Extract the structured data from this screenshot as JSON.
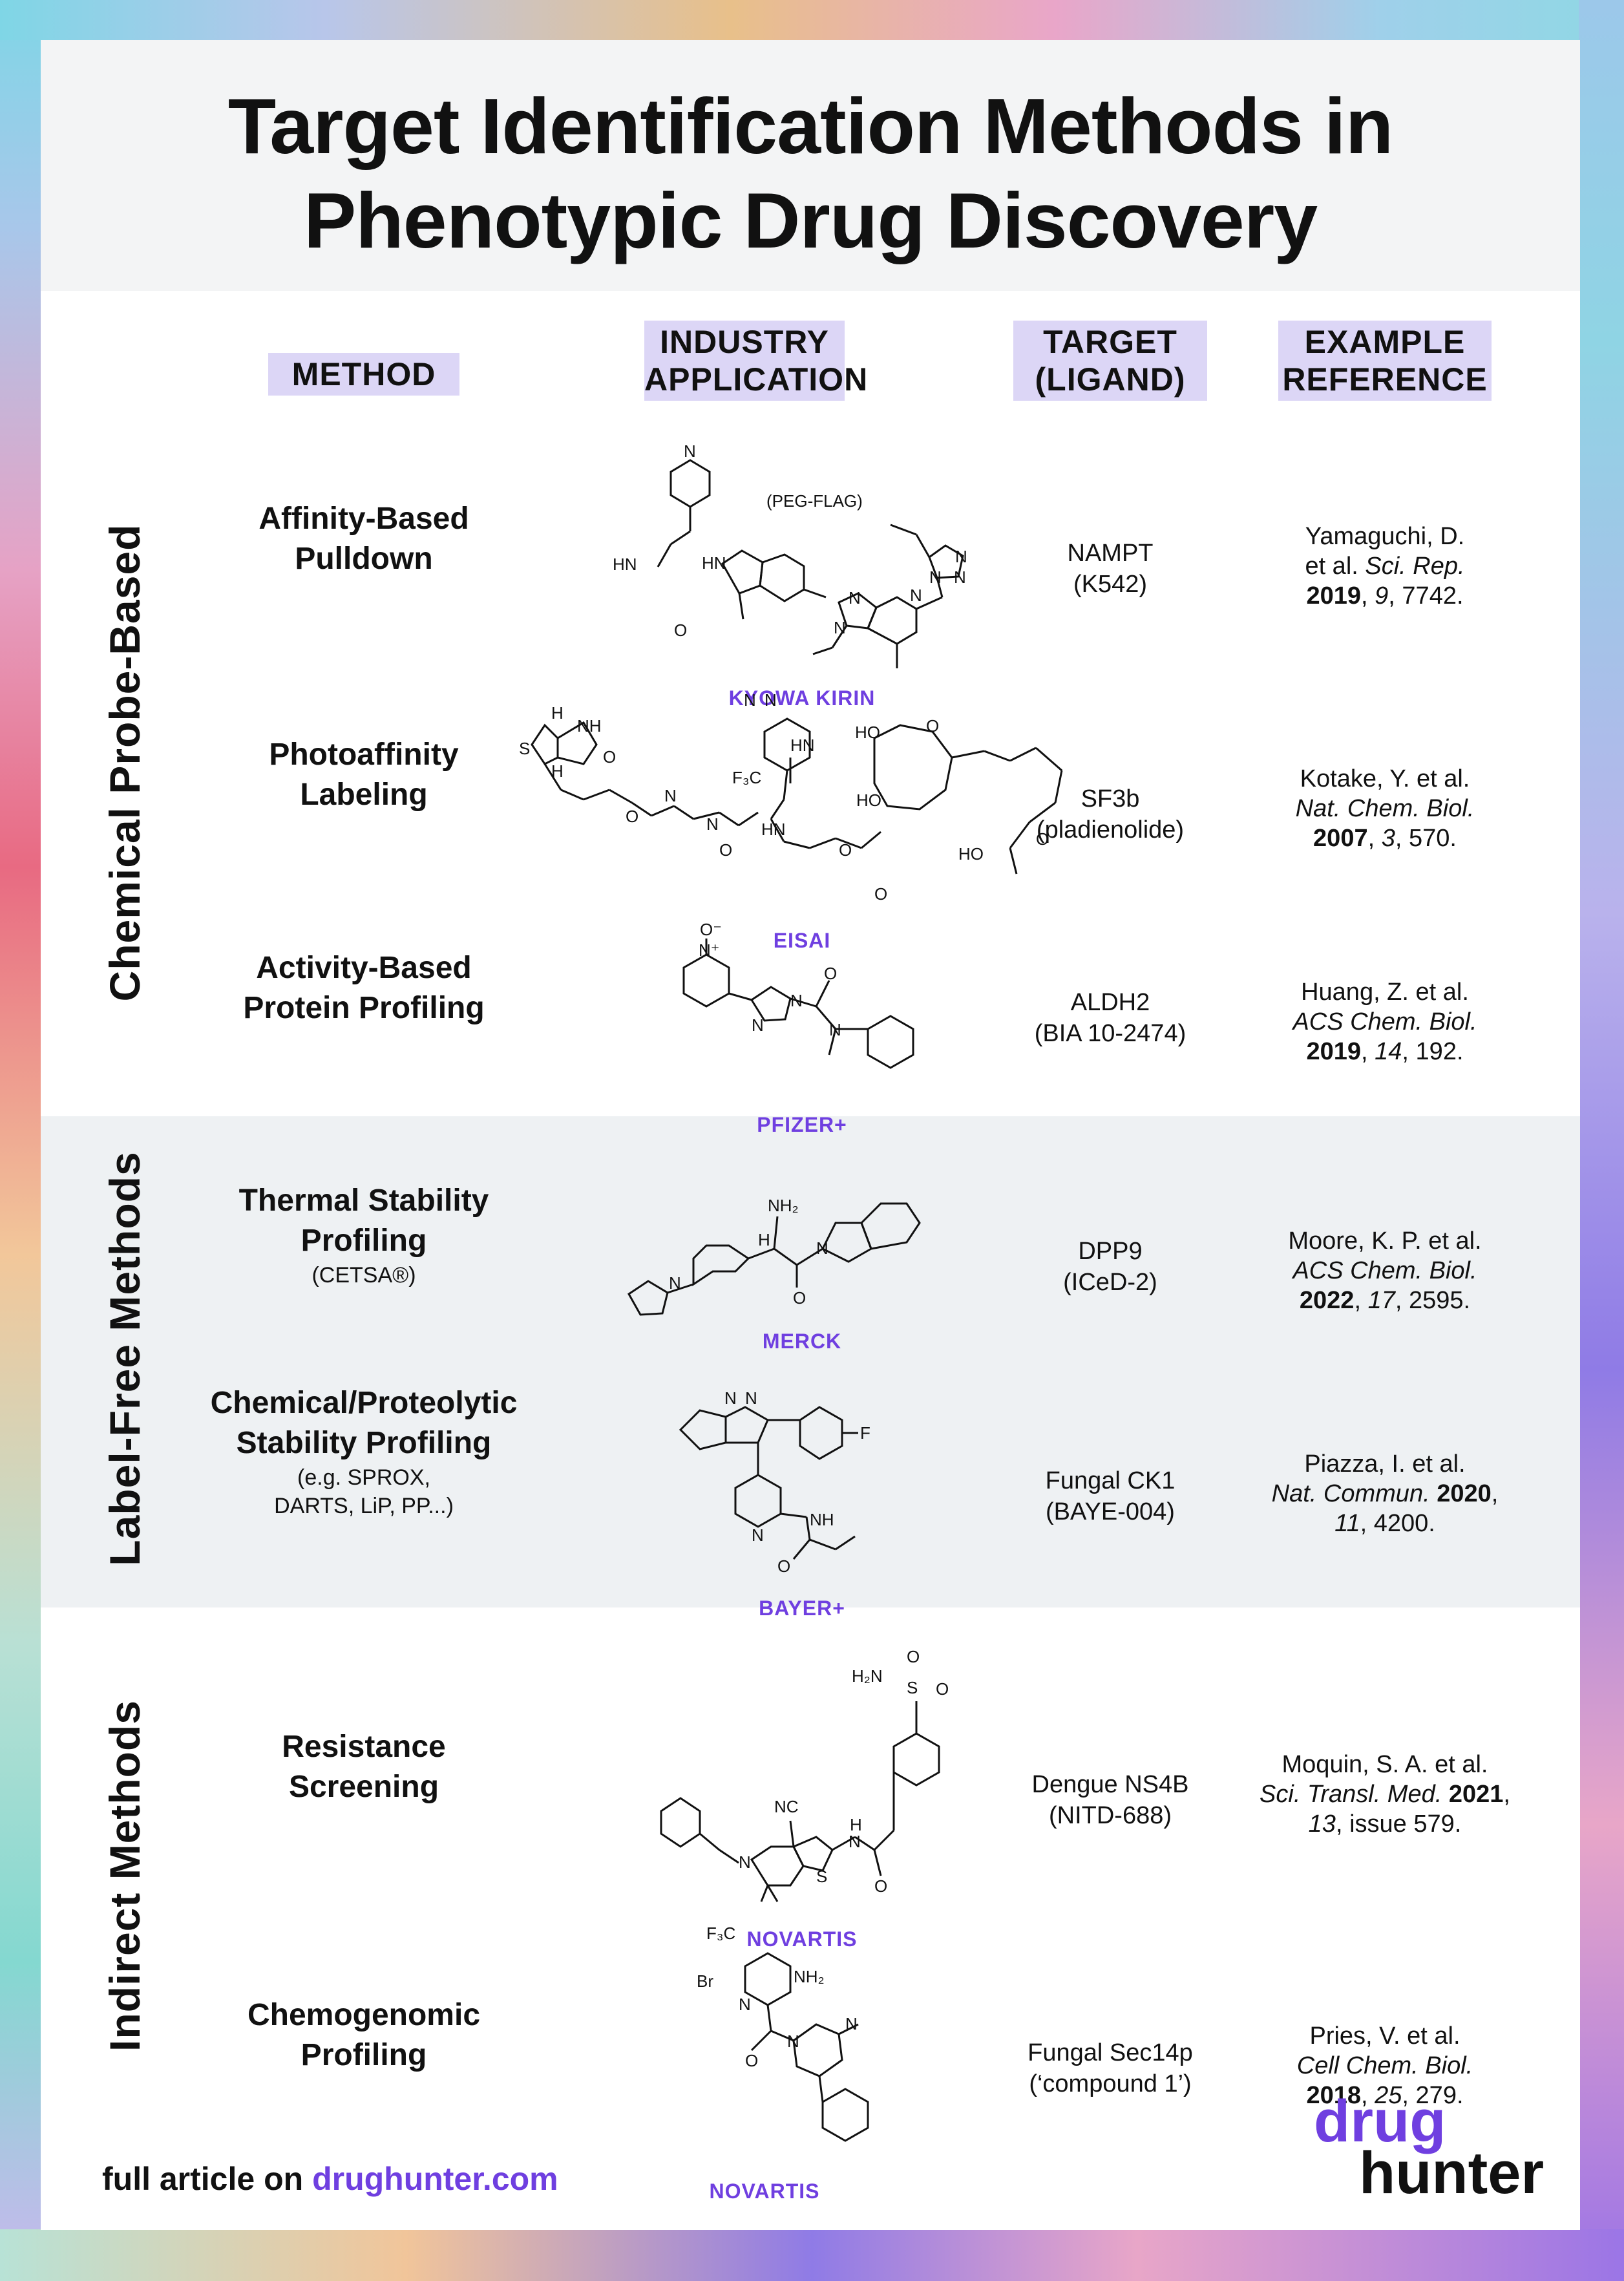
{
  "title": {
    "line1": "Target Identification Methods in",
    "line2": "Phenotypic Drug Discovery"
  },
  "headers": {
    "method": "METHOD",
    "industry_line1": "INDUSTRY",
    "industry_line2": "APPLICATION",
    "target_line1": "TARGET",
    "target_line2": "(LIGAND)",
    "reference_line1": "EXAMPLE",
    "reference_line2": "REFERENCE"
  },
  "sections": {
    "probe": "Chemical Probe-Based",
    "labelfree": "Label-Free Methods",
    "indirect": "Indirect Methods"
  },
  "rows": [
    {
      "method_line1": "Affinity-Based",
      "method_line2": "Pulldown",
      "method_sub": "",
      "company": "KYOWA KIRIN",
      "target_line1": "NAMPT",
      "target_line2": "(K542)",
      "ref_line1": "Yamaguchi, D.",
      "ref_line2a": "et al. ",
      "ref_line2b": "Sci. Rep.",
      "ref_year": "2019",
      "ref_vol": "9",
      "ref_page": "7742."
    },
    {
      "method_line1": "Photoaffinity",
      "method_line2": "Labeling",
      "method_sub": "",
      "company": "EISAI",
      "target_line1": "SF3b",
      "target_line2": "(pladienolide)",
      "ref_line1": "Kotake, Y. et al.",
      "ref_line2a": "",
      "ref_line2b": "Nat. Chem. Biol.",
      "ref_year": "2007",
      "ref_vol": "3",
      "ref_page": "570."
    },
    {
      "method_line1": "Activity-Based",
      "method_line2": "Protein Profiling",
      "method_sub": "",
      "company": "PFIZER+",
      "target_line1": "ALDH2",
      "target_line2": "(BIA 10-2474)",
      "ref_line1": "Huang, Z. et al.",
      "ref_line2a": "",
      "ref_line2b": "ACS Chem. Biol.",
      "ref_year": "2019",
      "ref_vol": "14",
      "ref_page": "192."
    },
    {
      "method_line1": "Thermal Stability",
      "method_line2": "Profiling",
      "method_sub": "(CETSA®)",
      "company": "MERCK",
      "target_line1": "DPP9",
      "target_line2": "(ICeD-2)",
      "ref_line1": "Moore, K. P. et al.",
      "ref_line2a": "",
      "ref_line2b": "ACS Chem. Biol.",
      "ref_year": "2022",
      "ref_vol": "17",
      "ref_page": "2595."
    },
    {
      "method_line1": "Chemical/Proteolytic",
      "method_line2": "Stability Profiling",
      "method_sub": "(e.g. SPROX,",
      "method_sub2": "DARTS, LiP, PP...)",
      "company": "BAYER+",
      "target_line1": "Fungal CK1",
      "target_line2": "(BAYE-004)",
      "ref_line1": "Piazza, I. et al.",
      "ref_line2b": "Nat. Commun.",
      "ref_year": "2020",
      "ref_vol": "11",
      "ref_page": "4200."
    },
    {
      "method_line1": "Resistance",
      "method_line2": "Screening",
      "method_sub": "",
      "company": "NOVARTIS",
      "target_line1": "Dengue NS4B",
      "target_line2": "(NITD-688)",
      "ref_line1": "Moquin, S. A. et al.",
      "ref_line2b": "Sci. Transl. Med.",
      "ref_year": "2021",
      "ref_vol": "13",
      "ref_page": "issue 579."
    },
    {
      "method_line1": "Chemogenomic",
      "method_line2": "Profiling",
      "method_sub": "",
      "company": "NOVARTIS",
      "target_line1": "Fungal Sec14p",
      "target_line2": "(‘compound 1’)",
      "ref_line1": "Pries, V. et al.",
      "ref_line2b": "Cell Chem. Biol.",
      "ref_year": "2018",
      "ref_vol": "25",
      "ref_page": "279."
    }
  ],
  "structure_labels": {
    "s1": [
      "(PEG-FLAG)",
      "HN",
      "HN",
      "N",
      "N",
      "N",
      "N",
      "N",
      "N",
      "O",
      "N"
    ],
    "s2": [
      "N",
      "N",
      "F₃C",
      "HN",
      "NH",
      "O",
      "S",
      "H",
      "H",
      "O",
      "N",
      "N",
      "O",
      "HN",
      "O",
      "HO",
      "HO",
      "O",
      "HO",
      "O",
      "O"
    ],
    "s3": [
      "O⁻",
      "N⁺",
      "N",
      "N",
      "N",
      "O"
    ],
    "s4": [
      "NH₂",
      "H",
      "N",
      "O",
      "N"
    ],
    "s5": [
      "N",
      "N",
      "F",
      "N",
      "NH",
      "O"
    ],
    "s6": [
      "H₂N",
      "S",
      "O",
      "O",
      "NC",
      "N",
      "S",
      "H",
      "N",
      "O"
    ],
    "s7": [
      "F₃C",
      "Br",
      "NH₂",
      "N",
      "N",
      "N",
      "O"
    ]
  },
  "footer": {
    "prefix": "full article on ",
    "link": "drughunter.com"
  },
  "logo": {
    "line1": "drug",
    "line2": "hunter"
  },
  "colors": {
    "accent": "#6f3fe0",
    "header_fill": "#dcd6f6",
    "band_gray": "#eef1f3"
  }
}
